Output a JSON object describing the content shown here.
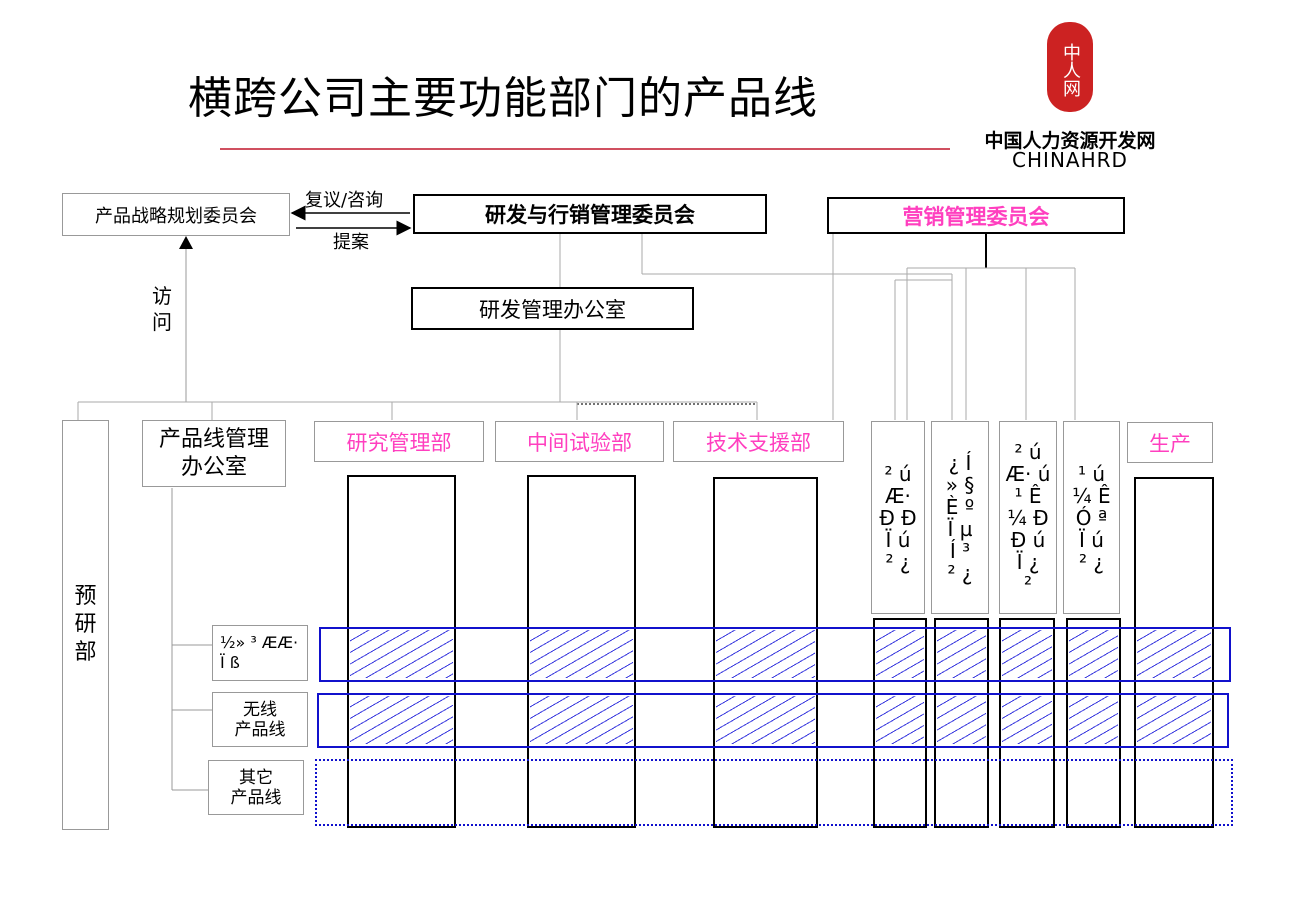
{
  "title": "横跨公司主要功能部门的产品线",
  "logo": {
    "mark": "中人网",
    "name": "中国人力资源开发网",
    "latin": "CHINAHRD",
    "color": "#cc2222"
  },
  "top_boxes": {
    "strategy": "产品战略规划委员会",
    "rd_marketing": "研发与行销管理委员会",
    "marketing": "营销管理委员会",
    "rd_office": "研发管理办公室"
  },
  "arrows": {
    "review": "复议/咨询",
    "proposal": "提案",
    "visit": "访问"
  },
  "departments": {
    "pre_research": "预研部",
    "product_line_office": "产品线管理办公室",
    "research_mgmt": "研究管理部",
    "pilot_test": "中间试验部",
    "tech_support": "技术支援部",
    "production": "生产"
  },
  "garbled_columns": [
    "² ú\nÆ·\nÐ Ð\nÏ ú\n² ¿",
    "¿ Í\n» §\nÈ º\nÏ µ\nÍ ³\n² ¿",
    "² ú\nÆ· ú\n¹ Ê\n¼ Ð\nÐ ú\nÏ ¿\n²",
    "¹ ú\n¼ Ê\nÓ ª\nÏ ú\n² ¿"
  ],
  "product_lines": [
    {
      "label": "½» ³ ÆÆ· Ï ß"
    },
    {
      "label": "无线\n产品线"
    },
    {
      "label": "其它\n产品线"
    }
  ],
  "colors": {
    "band": "#1111cc",
    "pink": "#ff3fbf",
    "rule": "#d05060"
  }
}
